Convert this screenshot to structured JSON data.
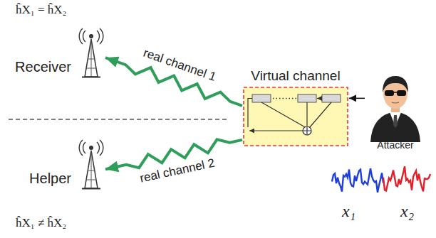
{
  "diagram": {
    "nodes": [
      {
        "text": [
          "Receiver"
        ]
      },
      {
        "text": [
          "Helper"
        ]
      },
      {
        "text": [
          "Virtual channel"
        ]
      },
      {
        "text": [
          "Attacker"
        ]
      }
    ],
    "edges": [
      {
        "from": 2,
        "to": 0,
        "arrow": "to",
        "label": "real channel 1"
      },
      {
        "from": 2,
        "to": 1,
        "arrow": "to",
        "label": "real channel 2"
      },
      {
        "from": 3,
        "to": 2,
        "arrow": "to"
      }
    ],
    "labels": [
      "ĥX₁ = ĥX₂",
      "ĥX₁ ≠ ĥX₂",
      "x₁",
      "x₂"
    ]
  }
}
